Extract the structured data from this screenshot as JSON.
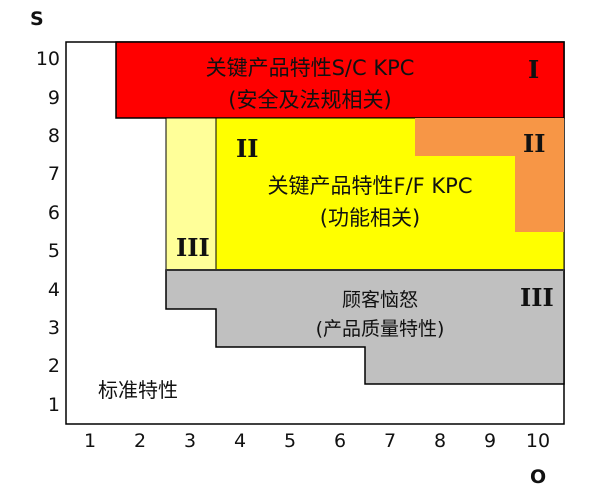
{
  "axes": {
    "y_letter": "S",
    "x_letter": "O",
    "y_ticks": [
      "10",
      "9",
      "8",
      "7",
      "6",
      "5",
      "4",
      "3",
      "2",
      "1"
    ],
    "x_ticks": [
      "1",
      "2",
      "3",
      "4",
      "5",
      "6",
      "7",
      "8",
      "9",
      "10"
    ]
  },
  "colors": {
    "red": "#ff0000",
    "yellow": "#ffff00",
    "light_yellow": "#ffff99",
    "orange": "#f79646",
    "gray": "#c0c0c0",
    "border": "#000000"
  },
  "zones": {
    "red": {
      "title": "关键产品特性S/C KPC",
      "subtitle": "(安全及法规相关)",
      "roman": "I"
    },
    "yellow": {
      "title": "关键产品特性F/F KPC",
      "subtitle": "(功能相关)",
      "roman": "II"
    },
    "orange": {
      "roman": "II"
    },
    "light_yellow": {
      "roman": "III"
    },
    "gray": {
      "title": "顾客恼怒",
      "subtitle": "(产品质量特性)",
      "roman": "III"
    },
    "white": {
      "title": "标准特性"
    }
  }
}
